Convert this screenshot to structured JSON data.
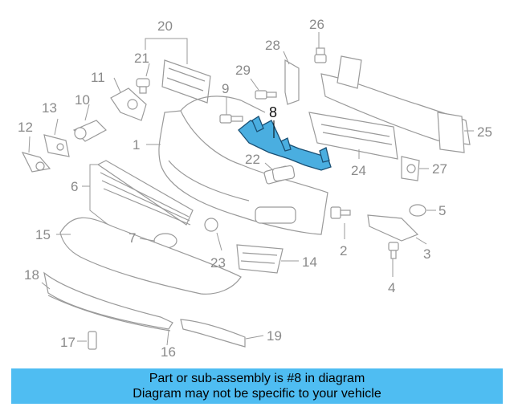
{
  "diagram": {
    "highlighted_part": "8",
    "callouts": [
      "1",
      "2",
      "3",
      "4",
      "5",
      "6",
      "7",
      "8",
      "9",
      "10",
      "11",
      "12",
      "13",
      "14",
      "15",
      "16",
      "17",
      "18",
      "19",
      "20",
      "21",
      "22",
      "23",
      "24",
      "25",
      "26",
      "27",
      "28",
      "29"
    ]
  },
  "banner": {
    "line1": "Part or sub-assembly is #8 in diagram",
    "line2": "Diagram may not be specific to your vehicle"
  },
  "colors": {
    "banner_bg": "#4fbdf2",
    "highlight": "#4aaee0",
    "line_gray": "#9a9a9a"
  }
}
